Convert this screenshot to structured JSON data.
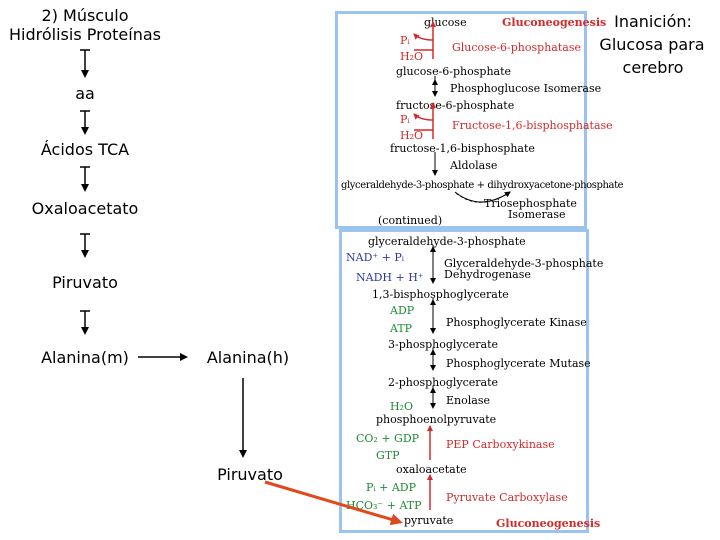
{
  "left": {
    "heading_line1": "2) Músculo",
    "heading_line2": "Hidrólisis Proteínas",
    "steps": [
      "aa",
      "Ácidos TCA",
      "Oxaloacetato",
      "Piruvato",
      "Alanina(m)"
    ],
    "alanina_h": "Alanina(h)",
    "piruvato_h": "Piruvato"
  },
  "right_title": {
    "line1": "Inanición:",
    "line2": "Glucosa para",
    "line3": "cerebro"
  },
  "top_panel": {
    "header": "Gluconeogenesis",
    "glucose": "glucose",
    "pi1": "Pᵢ",
    "h2o1": "H₂O",
    "enzyme_g6pase": "Glucose-6-phosphatase",
    "g6p": "glucose-6-phosphate",
    "enzyme_pgi": "Phosphoglucose Isomerase",
    "f6p": "fructose-6-phosphate",
    "pi2": "Pᵢ",
    "h2o2": "H₂O",
    "enzyme_fbpase": "Fructose-1,6-bisphosphatase",
    "f16bp": "fructose-1,6-bisphosphate",
    "enzyme_aldolase": "Aldolase",
    "g3p_dhap": "glyceraldehyde-3-phosphate + dihydroxyacetone-phosphate",
    "enzyme_tpi_1": "Triosephosphate",
    "enzyme_tpi_2": "Isomerase",
    "continued": "(continued)"
  },
  "bottom_panel": {
    "g3p": "glyceraldehyde-3-phosphate",
    "nad_pi": "NAD⁺ + Pᵢ",
    "nadh_h": "NADH + H⁺",
    "enzyme_gapdh_1": "Glyceraldehyde-3-phosphate",
    "enzyme_gapdh_2": "Dehydrogenase",
    "bpg": "1,3-bisphosphoglycerate",
    "adp1": "ADP",
    "atp1": "ATP",
    "enzyme_pgk": "Phosphoglycerate Kinase",
    "pg3": "3-phosphoglycerate",
    "enzyme_pgm": "Phosphoglycerate Mutase",
    "pg2": "2-phosphoglycerate",
    "enzyme_enolase": "Enolase",
    "h2o3": "H₂O",
    "pep": "phosphoenolpyruvate",
    "co2_gdp": "CO₂ + GDP",
    "gtp": "GTP",
    "enzyme_pepck": "PEP Carboxykinase",
    "oaa": "oxaloacetate",
    "pi_adp": "Pᵢ + ADP",
    "hco3_atp": "HCO₃⁻ + ATP",
    "enzyme_pc": "Pyruvate Carboxylase",
    "pyruvate": "pyruvate",
    "footer": "Gluconeogenesis"
  },
  "colors": {
    "panel_border": "#9cc3f0",
    "red": "#d42a2a",
    "green": "#1f8a35",
    "orange_arrow": "#e0491c"
  }
}
